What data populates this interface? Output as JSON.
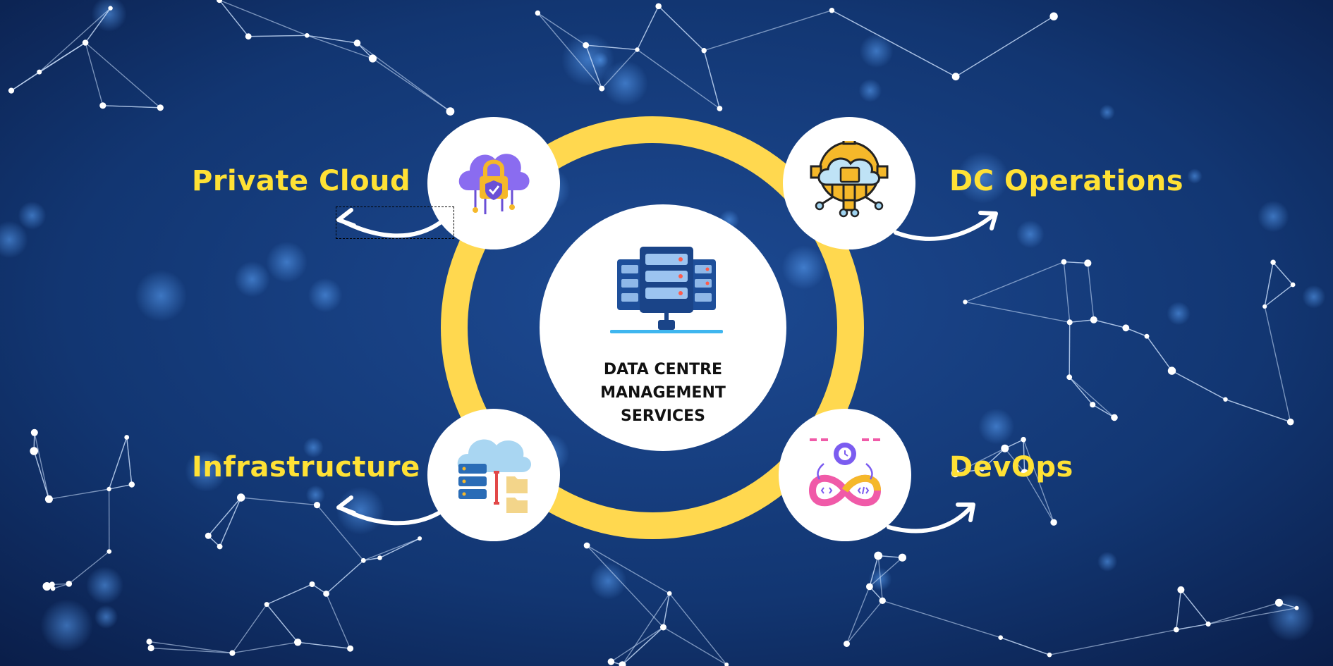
{
  "center": {
    "title": "DATA CENTRE\nMANAGEMENT\nSERVICES",
    "icon": "server-network-icon"
  },
  "nodes": [
    {
      "label": "Private Cloud",
      "icon": "cloud-lock-icon"
    },
    {
      "label": "DC Operations",
      "icon": "cloud-gear-icon"
    },
    {
      "label": "Infrastructure",
      "icon": "cloud-server-icon"
    },
    {
      "label": "DevOps",
      "icon": "devops-infinity-icon"
    }
  ],
  "colors": {
    "background": "#0b1f4d",
    "ring": "#ffd84f",
    "label": "#ffe135",
    "disc": "#ffffff",
    "arrow": "#ffffff"
  }
}
